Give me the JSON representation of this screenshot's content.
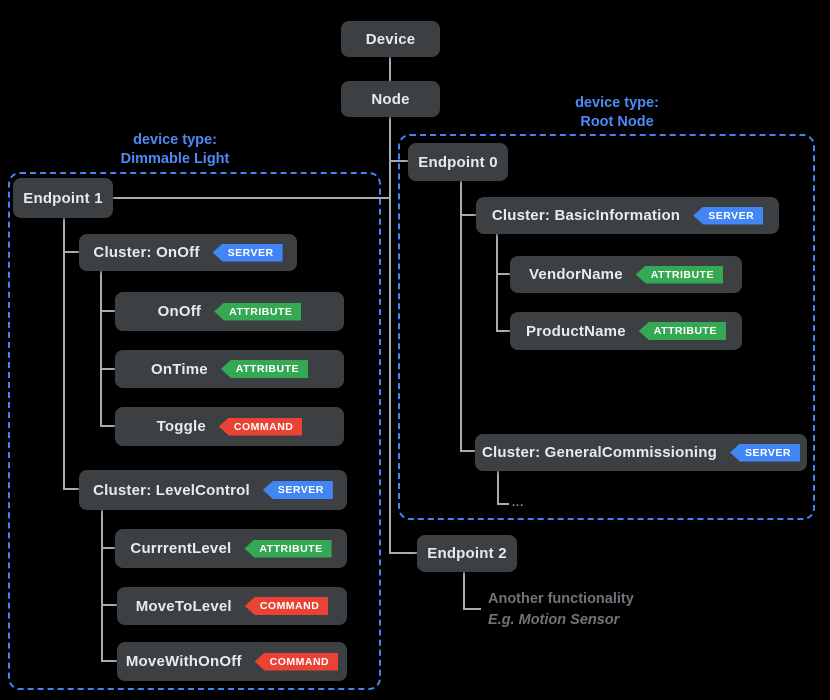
{
  "badges": {
    "server": "SERVER",
    "attribute": "ATTRIBUTE",
    "command": "COMMAND"
  },
  "colors": {
    "background": "#000000",
    "node_box": "#3c4043",
    "node_text": "#e8eaed",
    "connector": "#a8acb1",
    "group_border": "#4285f4",
    "group_title": "#4d8af5",
    "server_badge": "#4285f4",
    "attribute_badge": "#34a853",
    "command_badge": "#ea4335",
    "note_text": "#6f747a"
  },
  "tree": {
    "device": "Device",
    "node": "Node"
  },
  "groups": {
    "dimmable_light": {
      "device_type_label": "device type:",
      "device_type_name": "Dimmable Light"
    },
    "root_node": {
      "device_type_label": "device type:",
      "device_type_name": "Root Node"
    }
  },
  "nodes": {
    "endpoint0": "Endpoint 0",
    "cluster_basic_information": "Cluster: BasicInformation",
    "vendor_name": "VendorName",
    "product_name": "ProductName",
    "cluster_general_commissioning": "Cluster: GeneralCommissioning",
    "ellipsis": "...",
    "endpoint2": "Endpoint 2",
    "endpoint1": "Endpoint 1",
    "cluster_onoff": "Cluster: OnOff",
    "onoff": "OnOff",
    "ontime": "OnTime",
    "toggle": "Toggle",
    "cluster_level_control": "Cluster: LevelControl",
    "currrent_level": "CurrrentLevel",
    "move_to_level": "MoveToLevel",
    "move_with_onoff": "MoveWithOnOff"
  },
  "notes": {
    "endpoint2_line1": "Another functionality",
    "endpoint2_line2": "E.g. Motion Sensor"
  }
}
